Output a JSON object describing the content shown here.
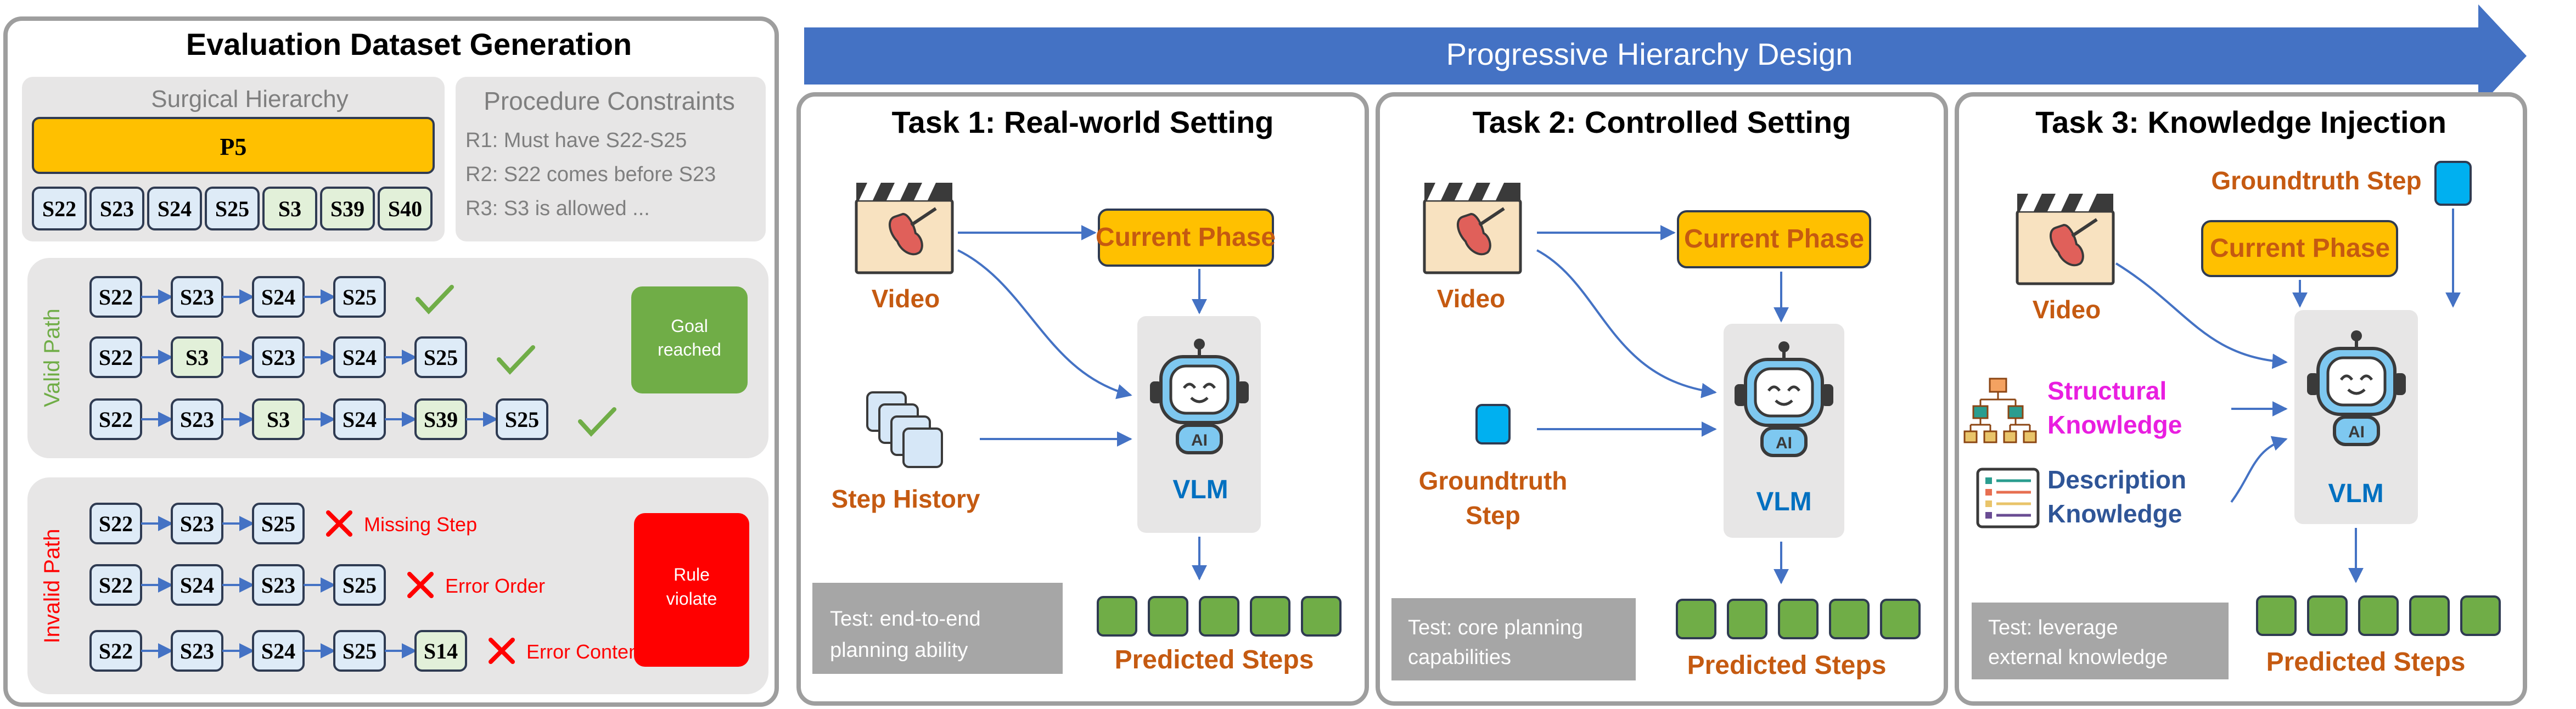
{
  "left_panel": {
    "title": "Evaluation Dataset Generation",
    "surgical_hierarchy": {
      "label": "Surgical Hierarchy",
      "phase": "P5",
      "steps": [
        "S22",
        "S23",
        "S24",
        "S25",
        "S3",
        "S39",
        "S40"
      ]
    },
    "procedure_constraints": {
      "label": "Procedure Constraints",
      "rules": [
        "R1: Must have S22-S25",
        "R2: S22 comes before S23",
        "R3: S3 is allowed ..."
      ]
    },
    "valid": {
      "label": "Valid Path",
      "badge": "Goal reached",
      "paths": [
        [
          "S22",
          "S23",
          "S24",
          "S25"
        ],
        [
          "S22",
          "S3",
          "S23",
          "S24",
          "S25"
        ],
        [
          "S22",
          "S23",
          "S3",
          "S24",
          "S39",
          "S25"
        ]
      ]
    },
    "invalid": {
      "label": "Invalid Path",
      "badge": "Rule violate",
      "paths": [
        {
          "steps": [
            "S22",
            "S23",
            "S25"
          ],
          "error": "Missing Step"
        },
        {
          "steps": [
            "S22",
            "S24",
            "S23",
            "S25"
          ],
          "error": "Error Order"
        },
        {
          "steps": [
            "S22",
            "S23",
            "S24",
            "S25",
            "S14"
          ],
          "error": "Error Content"
        }
      ]
    }
  },
  "banner": "Progressive Hierarchy Design",
  "tasks": [
    {
      "title": "Task 1: Real-world Setting",
      "video": "Video",
      "phase": "Current Phase",
      "history": "Step History",
      "model": "VLM",
      "test": [
        "Test: end-to-end",
        "planning ability"
      ],
      "predicted": "Predicted Steps"
    },
    {
      "title": "Task 2: Controlled Setting",
      "video": "Video",
      "phase": "Current Phase",
      "groundtruth": [
        "Groundtruth",
        "Step"
      ],
      "model": "VLM",
      "test": [
        "Test: core planning",
        "capabilities"
      ],
      "predicted": "Predicted Steps"
    },
    {
      "title": "Task 3: Knowledge Injection",
      "video": "Video",
      "groundtruth": "Groundtruth Step",
      "phase": "Current Phase",
      "structural": [
        "Structural",
        "Knowledge"
      ],
      "description": [
        "Description",
        "Knowledge"
      ],
      "model": "VLM",
      "test": [
        "Test: leverage",
        "external knowledge"
      ],
      "predicted": "Predicted Steps"
    }
  ],
  "colors": {
    "phase_fill": "#FFC000",
    "step_fill": "#DEEBF7",
    "highlight_fill": "#E2F0D9",
    "green": "#70AD47",
    "red": "#FF0000",
    "banner": "#4472C4",
    "orange_text": "#C55A11",
    "blue_text": "#0070C0",
    "panel_gray": "#E7E6E6",
    "test_gray": "#A6A6A6",
    "cyan": "#00B0F0",
    "magenta": "#E91EE0",
    "navy": "#2F5597"
  },
  "icons": [
    "clapperboard-icon",
    "stack-icon",
    "robot-icon",
    "check-icon",
    "cross-icon",
    "tree-icon",
    "document-icon"
  ]
}
